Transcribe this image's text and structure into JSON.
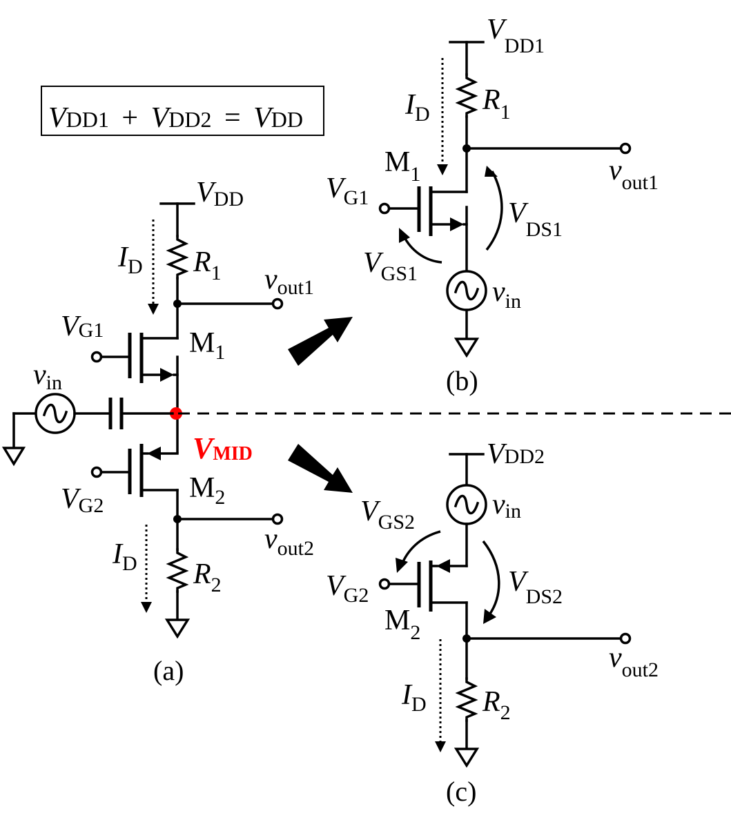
{
  "equation": {
    "v1": "V",
    "s1": "DD1",
    "plus": "+",
    "v2": "V",
    "s2": "DD2",
    "eq": "=",
    "v3": "V",
    "s3": "DD"
  },
  "circuit_a": {
    "vdd": {
      "main": "V",
      "sub": "DD"
    },
    "id_top": {
      "main": "I",
      "sub": "D"
    },
    "r1": {
      "main": "R",
      "sub": "1"
    },
    "vout1": {
      "main": "v",
      "sub": "out1"
    },
    "vg1": {
      "main": "V",
      "sub": "G1"
    },
    "m1": {
      "main": "M",
      "sub": "1"
    },
    "vin": {
      "main": "v",
      "sub": "in"
    },
    "vmid": {
      "main": "V",
      "sub": "MID"
    },
    "vg2": {
      "main": "V",
      "sub": "G2"
    },
    "m2": {
      "main": "M",
      "sub": "2"
    },
    "vout2": {
      "main": "v",
      "sub": "out2"
    },
    "id_bot": {
      "main": "I",
      "sub": "D"
    },
    "r2": {
      "main": "R",
      "sub": "2"
    },
    "caption": "(a)"
  },
  "circuit_b": {
    "vdd1": {
      "main": "V",
      "sub": "DD1"
    },
    "id": {
      "main": "I",
      "sub": "D"
    },
    "r1": {
      "main": "R",
      "sub": "1"
    },
    "m1": {
      "main": "M",
      "sub": "1"
    },
    "vout1": {
      "main": "v",
      "sub": "out1"
    },
    "vg1": {
      "main": "V",
      "sub": "G1"
    },
    "vds1": {
      "main": "V",
      "sub": "DS1"
    },
    "vgs1": {
      "main": "V",
      "sub": "GS1"
    },
    "vin": {
      "main": "v",
      "sub": "in"
    },
    "caption": "(b)"
  },
  "circuit_c": {
    "vdd2": {
      "main": "V",
      "sub": "DD2"
    },
    "vin": {
      "main": "v",
      "sub": "in"
    },
    "vgs2": {
      "main": "V",
      "sub": "GS2"
    },
    "vg2": {
      "main": "V",
      "sub": "G2"
    },
    "vds2": {
      "main": "V",
      "sub": "DS2"
    },
    "m2": {
      "main": "M",
      "sub": "2"
    },
    "vout2": {
      "main": "v",
      "sub": "out2"
    },
    "id": {
      "main": "I",
      "sub": "D"
    },
    "r2": {
      "main": "R",
      "sub": "2"
    },
    "caption": "(c)"
  },
  "colors": {
    "wire": "#000000",
    "mid_node": "#ff0000",
    "mid_label": "#ff0000"
  }
}
